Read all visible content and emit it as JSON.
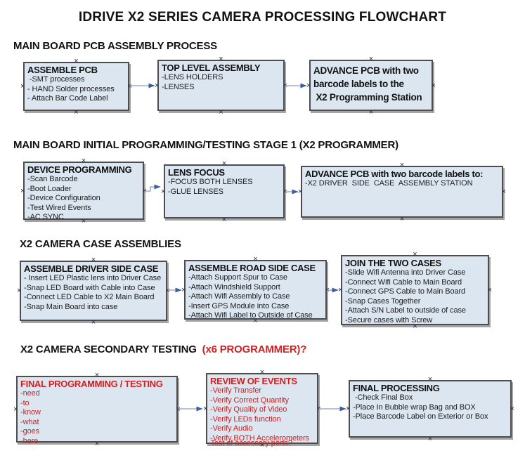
{
  "title": "IDRIVE X2  SERIES CAMERA PROCESSING FLOWCHART",
  "anchor_glyph": "×",
  "colors": {
    "box_fill": "#dce6f1",
    "box_border": "#4d4d4d",
    "box_shadow": "#a3a3a3",
    "red_text": "#cc2222",
    "arrow_line": "#9eafc6",
    "arrow_head": "#3c5f9b",
    "anchor": "#22304a"
  },
  "sections": [
    {
      "heading": "MAIN BOARD PCB ASSEMBLY PROCESS"
    },
    {
      "heading": "MAIN BOARD INITIAL PROGRAMMING/TESTING STAGE 1 (X2 PROGRAMMER)"
    },
    {
      "heading": "X2 CAMERA CASE ASSEMBLIES"
    },
    {
      "heading": "X2 CAMERA SECONDARY TESTING ",
      "heading_suffix_red": " (x6 PROGRAMMER)?"
    }
  ],
  "boxes": {
    "assemble_pcb": {
      "title": "ASSEMBLE PCB",
      "items": [
        " -SMT processes",
        "- HAND Solder processes",
        "- Attach Bar Code Label"
      ]
    },
    "top_level_assembly": {
      "title": "TOP LEVEL ASSEMBLY",
      "items": [
        "-LENS HOLDERS",
        "-LENSES"
      ]
    },
    "advance_pcb_programming": {
      "title": "ADVANCE PCB with two\nbarcode labels to the\n X2 Programming Station",
      "items": []
    },
    "device_programming": {
      "title": "DEVICE PROGRAMMING",
      "items": [
        "-Scan Barcode",
        "-Boot Loader",
        "-Device Configuration",
        "-Test Wired Events",
        "-AC SYNC"
      ]
    },
    "lens_focus": {
      "title": "LENS FOCUS",
      "items": [
        "-FOCUS BOTH LENSES",
        "-GLUE LENSES"
      ]
    },
    "advance_pcb_driver_side": {
      "title": "ADVANCE PCB with two barcode labels to:",
      "items": [
        "-X2 DRIVER  SIDE  CASE  ASSEMBLY STATION"
      ]
    },
    "assemble_driver_side_case": {
      "title": "ASSEMBLE DRIVER SIDE CASE",
      "items": [
        "- Insert LED Plastic lens into Driver Case",
        "-Snap LED Board with Cable into Case",
        "-Connect LED Cable to X2 Main Board",
        "-Snap Main Board into case"
      ]
    },
    "assemble_road_side_case": {
      "title": "ASSEMBLE ROAD SIDE CASE",
      "items": [
        "-Attach Support Spur to Case",
        "-Attach Windshield Support",
        "-Attach Wifi Assembly to Case",
        "-Insert GPS Module into Case",
        "-Attach Wifi Label to Outside of Case"
      ]
    },
    "join_the_two_cases": {
      "title": "JOIN THE TWO CASES",
      "items": [
        "-Slide Wifi Antenna into Driver Case",
        "-Connect Wifi Cable to Main Board",
        "-Connect GPS Cable to Main Board",
        "-Snap Cases Together",
        "-Attach S/N Label to outside of case",
        "-Secure cases with Screw"
      ]
    },
    "final_programming_testing": {
      "title": "FINAL PROGRAMMING / TESTING",
      "items": [
        "-need",
        "-to",
        "-know",
        "-what",
        "-goes",
        "-here"
      ]
    },
    "review_of_events": {
      "title": "REVIEW OF EVENTS",
      "items": [
        "-Verify Transfer",
        "-Verify Correct Quantity",
        "-Verify Quality of Video",
        "-Verify LEDs function",
        "-Verify Audio",
        "-Verify BOTH Accelerometers"
      ],
      "overflow_item": "-Test of accessory ports?"
    },
    "final_processing": {
      "title": "FINAL PROCESSING",
      "items": [
        " -Check Final Box",
        "-Place In Bubble wrap Bag and BOX",
        "-Place Barcode Label on Exterior or Box"
      ]
    }
  }
}
